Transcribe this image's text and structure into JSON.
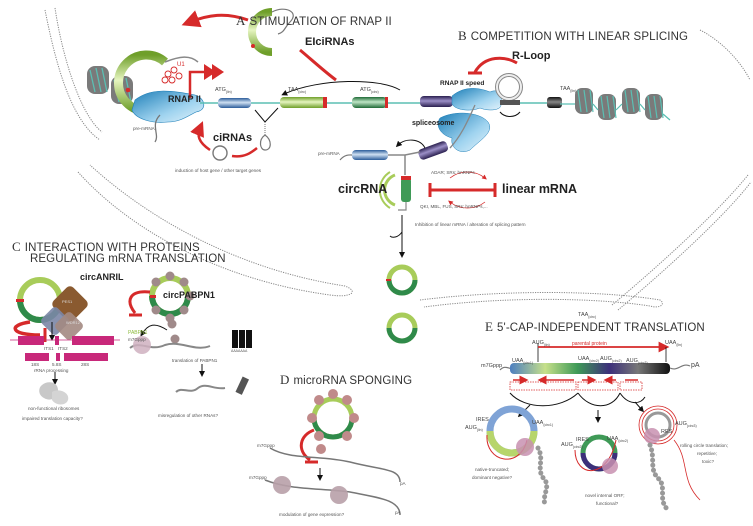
{
  "sections": {
    "A": {
      "letter": "A",
      "title": "STIMULATION OF RNAP II"
    },
    "B": {
      "letter": "B",
      "title": "COMPETITION WITH LINEAR SPLICING"
    },
    "C": {
      "letter": "C",
      "title_line1": "INTERACTION WITH PROTEINS",
      "title_line2": "REGULATING mRNA TRANSLATION"
    },
    "D": {
      "letter": "D",
      "title": "microRNA SPONGING"
    },
    "E": {
      "letter": "E",
      "title": "5'-CAP-INDEPENDENT TRANSLATION"
    }
  },
  "panelA": {
    "elcirnas": "EIciRNAs",
    "rnap": "RNAP II",
    "u1": "U1",
    "cirnas": "ciRNAs",
    "pre_mrna": "pre-mRNA",
    "atg1": "ATG",
    "atg1_sub": "(lin)",
    "taa1": "TAA",
    "taa1_sub": "(circ)",
    "atg2": "ATG",
    "atg2_sub": "(circ)",
    "caption": "induction of host gene / other target genes"
  },
  "panelB": {
    "rloop": "R-Loop",
    "rnap_speed": "RNAP II speed",
    "spliceosome": "spliceosome",
    "taa": "TAA",
    "taa_sub": "(lin)",
    "pre_mrna": "pre-mRNA",
    "circrna": "circRNA",
    "linear_mrna": "linear mRNA",
    "factors_top": "ADAR; SRs; hnRNPs",
    "factors_bottom": "QKI, MBL, FUS, SRs; hnRNPs,...",
    "caption": "Inhibition of linear mRNA / alteration of splicing pattern"
  },
  "panelC": {
    "circanril": "circANRIL",
    "pes1": "PES1",
    "wdr12": "WDR12",
    "its1": "ITS1",
    "its2": "ITS2",
    "r18s": "18S",
    "r58s": "5.8S",
    "r28s": "28S",
    "rrna_processing": "rRNA processing",
    "nonfunc": "non-functional ribosomes",
    "impaired": "impaired translation capacity?",
    "circpabpn1": "circPABPN1",
    "pabpn1": "PABPN1",
    "cap": "m7Gppp",
    "hur": "HuR",
    "polyA": "AAAAAAA",
    "translation": "translation of PABPN1",
    "misregulation": "misregulation of other RNAs?"
  },
  "panelD": {
    "cap1": "m7Gppp",
    "cap2": "m7Gppp",
    "pa1": "pA",
    "pa2": "pA",
    "caption": "modulation of gene expression?"
  },
  "panelE": {
    "taa_top": "TAA",
    "taa_top_sub": "(circ)",
    "aug_lin": "AUG",
    "aug_lin_sub": "(lin)",
    "parental": "parental protein",
    "uaa_lin": "UAA",
    "uaa_lin_sub": "(lin)",
    "cap": "m7Gppp",
    "pa": "pA",
    "uaa_c1": "UAA",
    "uaa_c1_sub": "(circ1)",
    "uaa_c2": "UAA",
    "uaa_c2_sub": "(circ2)",
    "aug_c2": "AUG",
    "aug_c2_sub": "(circ2)",
    "aug_c3": "AUG",
    "aug_c3_sub": "(circ3)",
    "ires": "IRES",
    "res": "RES",
    "aug_left": "AUG",
    "aug_left_sub": "(lin)",
    "uaa_r1": "UAA",
    "uaa_r1_sub": "(circ1)",
    "aug_mid": "AUG",
    "aug_mid_sub": "(circ2)",
    "uaa_mid": "UAA",
    "uaa_mid_sub": "(circ2)",
    "aug_right": "AUG",
    "aug_right_sub": "(circ3)",
    "out1_line1": "native-truncated;",
    "out1_line2": "dominant negative?",
    "out2_line1": "novel internal ORF;",
    "out2_line2": "functional?",
    "out3_line1": "rolling circle translation;",
    "out3_line2": "repetitive;",
    "out3_line3": "toxic?"
  },
  "colors": {
    "inhibit_red": "#d62a2a",
    "light_green": "#a8cc5a",
    "dark_green": "#2f8a4a",
    "teal": "#5bbfb3",
    "nucleosome": "#7a7a7a",
    "magenta": "#c8287a",
    "rnap_blue": "#4aa6d6",
    "purple": "#4a3a7a"
  }
}
